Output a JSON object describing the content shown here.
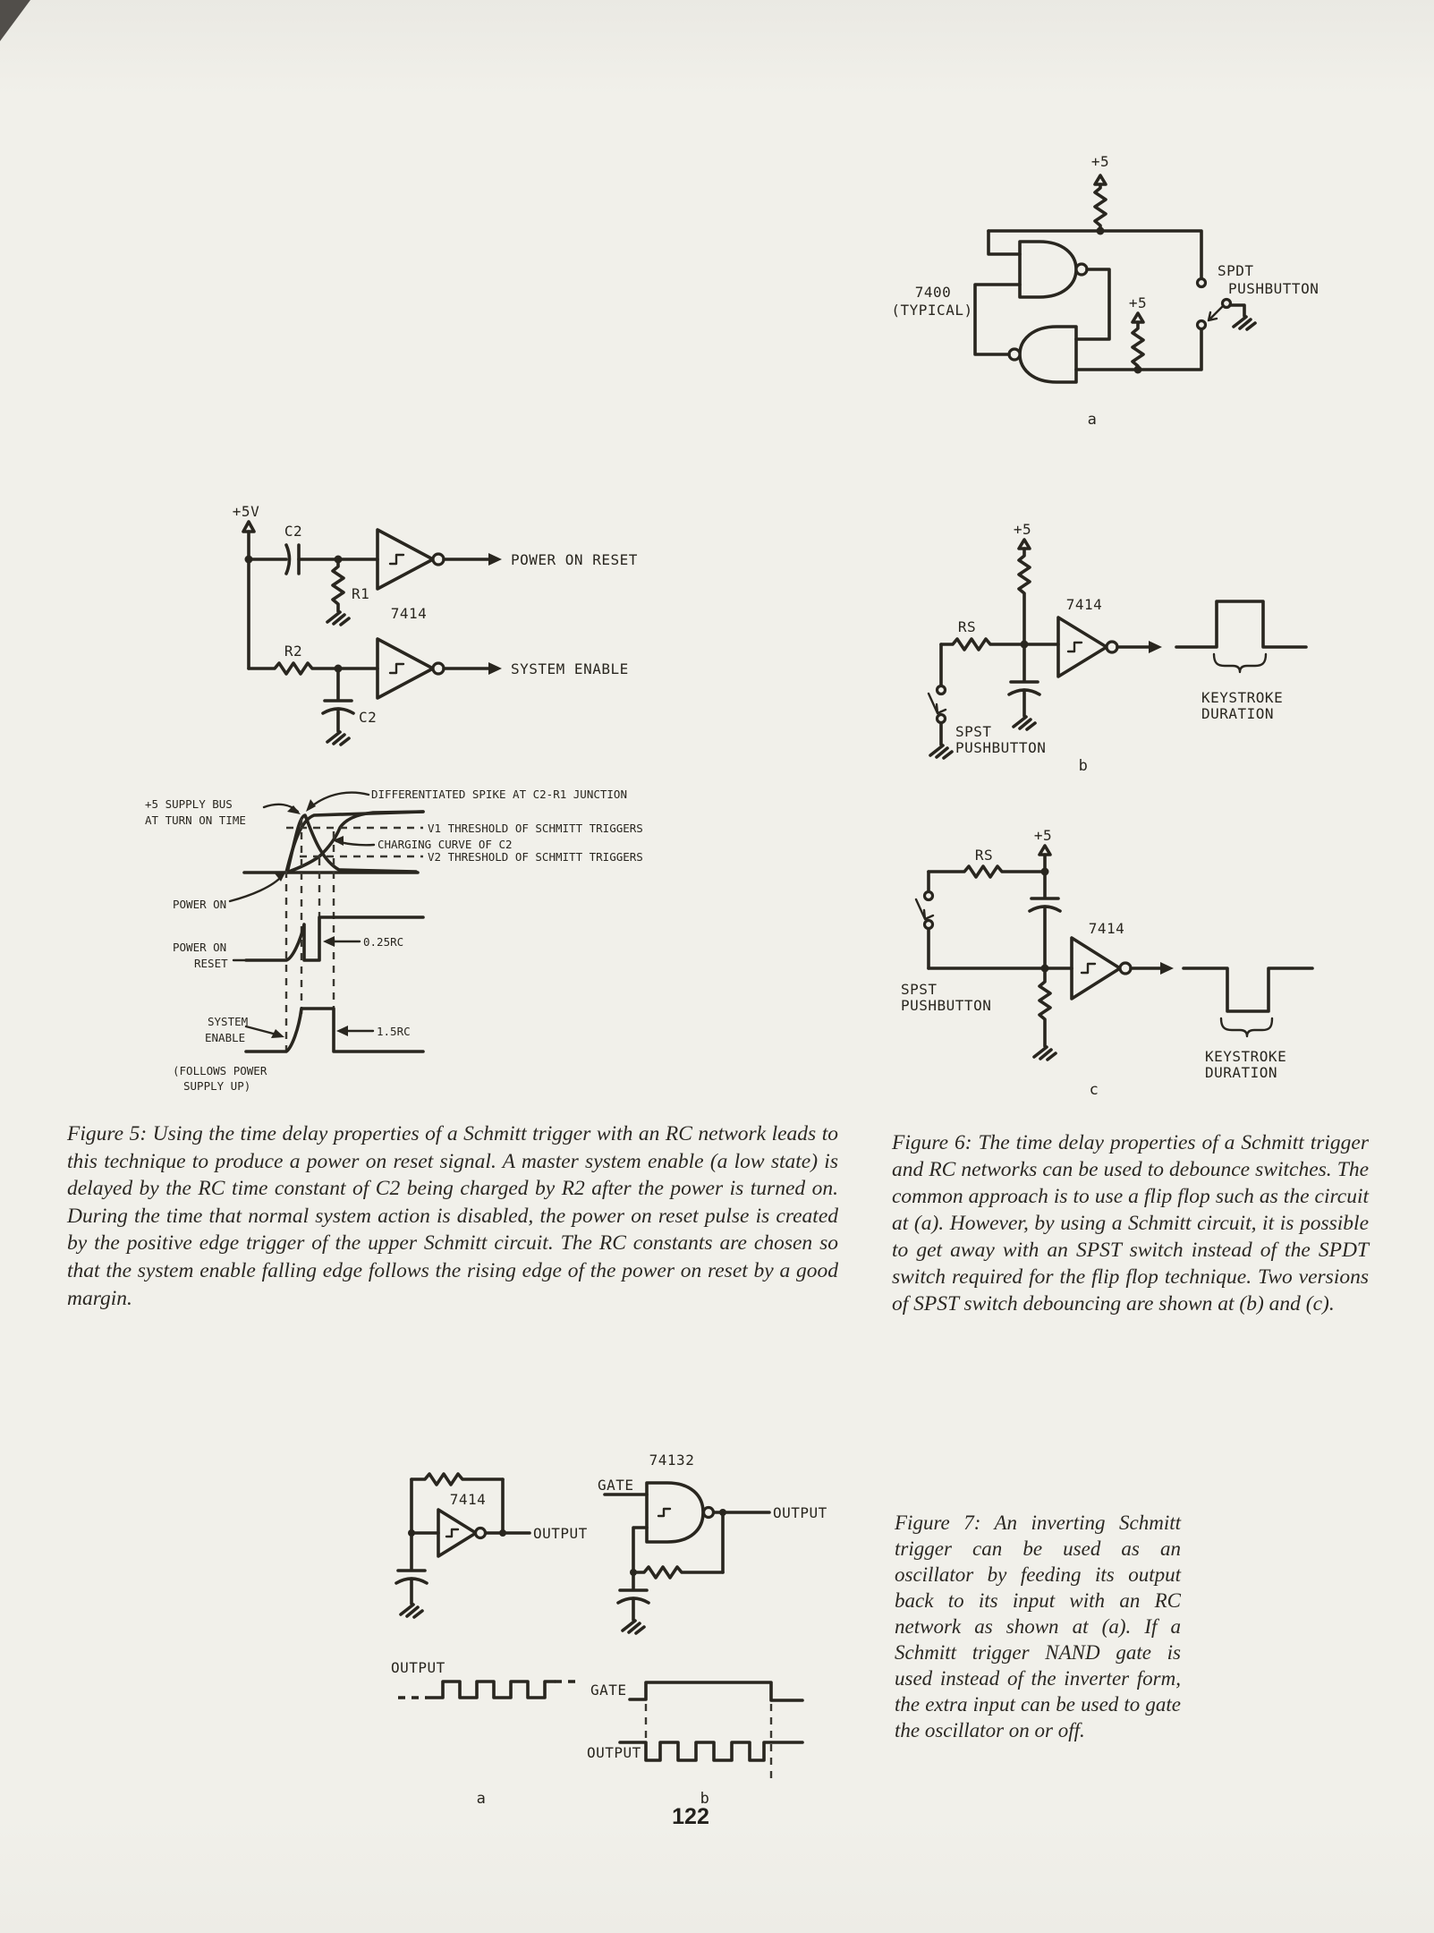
{
  "page": {
    "number": "122",
    "colors": {
      "paper": "#f1f0ea",
      "ink": "#29261f"
    }
  },
  "fig6a": {
    "chip1": "7400",
    "chip2": "(TYPICAL)",
    "vcc_top": "+5",
    "vcc_mid": "+5",
    "sw1": "SPDT",
    "sw2": "PUSHBUTTON",
    "tag": "a"
  },
  "fig5c": {
    "vcc": "+5V",
    "c2_top": "C2",
    "r1": "R1",
    "chip": "7414",
    "out1": "POWER ON RESET",
    "r2": "R2",
    "c2_bot": "C2",
    "out2": "SYSTEM ENABLE"
  },
  "fig5t": {
    "supply1": "+5 SUPPLY BUS",
    "supply2": "AT TURN ON TIME",
    "spike": "DIFFERENTIATED SPIKE AT C2-R1 JUNCTION",
    "v1": "V1 THRESHOLD OF SCHMITT TRIGGERS",
    "charge": "CHARGING CURVE OF C2",
    "v2": "V2 THRESHOLD OF SCHMITT TRIGGERS",
    "power_on": "POWER ON",
    "por1": "POWER ON",
    "por2": "RESET",
    "rc1": "0.25RC",
    "se1": "SYSTEM",
    "se2": "ENABLE",
    "rc2": "1.5RC",
    "follows1": "(FOLLOWS POWER",
    "follows2": "SUPPLY UP)"
  },
  "fig6b": {
    "vcc": "+5",
    "rs": "RS",
    "chip": "7414",
    "sw1": "SPST",
    "sw2": "PUSHBUTTON",
    "key1": "KEYSTROKE",
    "key2": "DURATION",
    "tag": "b"
  },
  "fig6c": {
    "vcc": "+5",
    "rs": "RS",
    "chip": "7414",
    "sw1": "SPST",
    "sw2": "PUSHBUTTON",
    "key1": "KEYSTROKE",
    "key2": "DURATION",
    "tag": "c"
  },
  "fig7": {
    "chip_a": "7414",
    "chip_b": "74132",
    "gate": "GATE",
    "out_a": "OUTPUT",
    "out_b": "OUTPUT",
    "wave_out_a": "OUTPUT",
    "wave_gate": "GATE",
    "wave_out_b": "OUTPUT",
    "tag_a": "a",
    "tag_b": "b"
  },
  "captions": {
    "fig5": "Figure 5: Using the time delay properties of a Schmitt trigger with an RC network leads to this technique to produce a power on reset signal. A master system enable (a low state) is delayed by the RC time constant of C2 being charged by R2 after the power is turned on. During the time that normal system action is disabled, the power on reset pulse is created by the positive edge trigger of the upper Schmitt circuit. The RC constants are chosen so that the system enable falling edge follows the rising edge of the power on reset by a good margin.",
    "fig6": "Figure 6: The time delay properties of a Schmitt trigger and RC networks can be used to debounce switches. The common approach is to use a flip flop such as the circuit at (a). However, by using a Schmitt circuit, it is possible to get away with an SPST switch instead of the SPDT switch required for the flip flop technique. Two versions of SPST switch debouncing are shown at (b) and (c).",
    "fig7": "Figure 7: An inverting Schmitt trigger can be used as an oscillator by feeding its output back to its input with an RC network as shown at (a). If a Schmitt trigger NAND gate is used instead of the inverter form, the extra input can be used to gate the oscillator on or off."
  }
}
